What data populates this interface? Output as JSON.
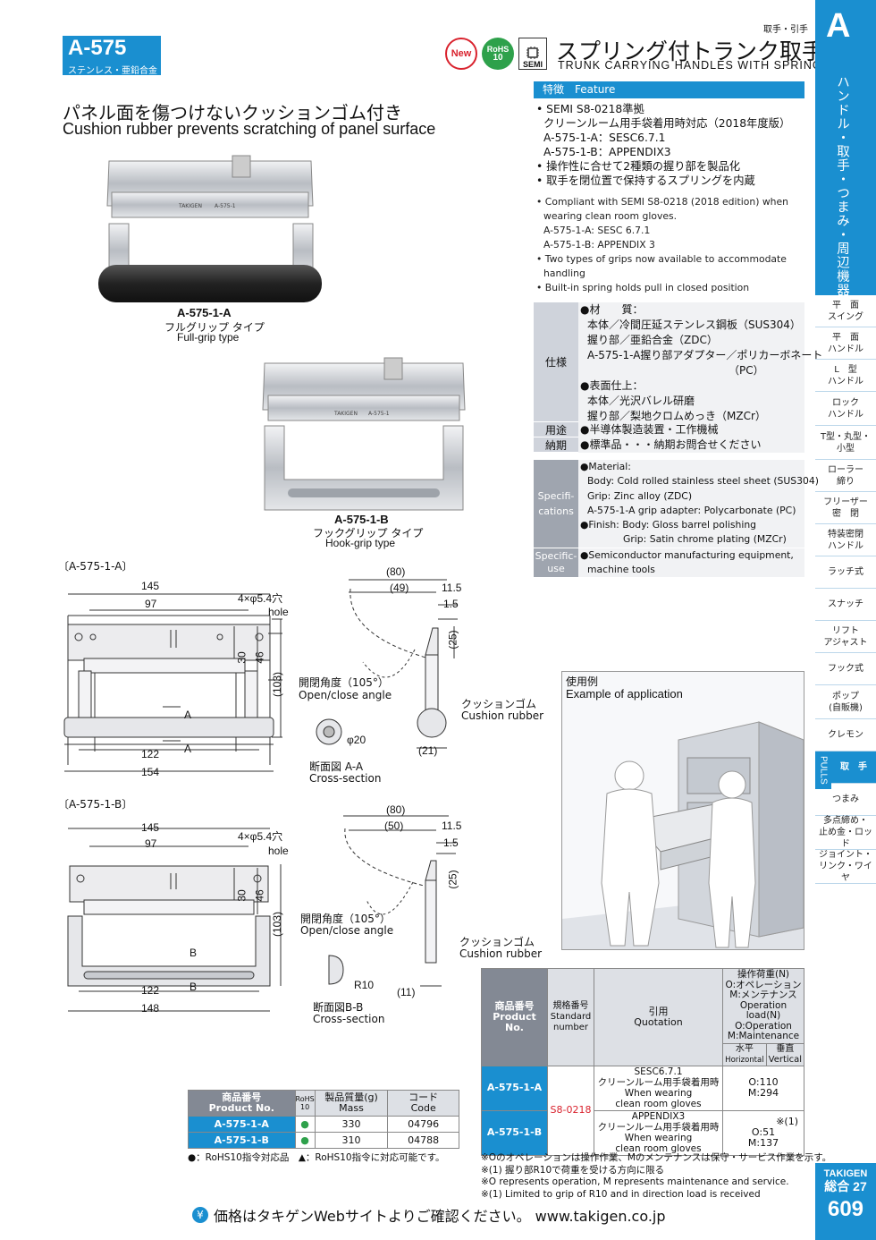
{
  "header": {
    "model": "A-575",
    "material": "ステンレス・亜鉛合金製",
    "category_small": "取手・引手",
    "badge_new": "New",
    "badge_rohs": "RoHS",
    "badge_rohs_sub": "10",
    "badge_semi": "SEMI",
    "title_jp": "スプリング付トランク取手",
    "title_en": "TRUNK CARRYING HANDLES WITH SPRINGS"
  },
  "headline": {
    "jp": "パネル面を傷つけないクッションゴム付き",
    "en": "Cushion rubber prevents scratching of panel surface"
  },
  "products": {
    "a_name": "A-575-1-A",
    "a_type_jp": "フルグリップ タイプ",
    "a_type_en": "Full-grip type",
    "b_name": "A-575-1-B",
    "b_type_jp": "フックグリップ タイプ",
    "b_type_en": "Hook-grip type",
    "plate_text": "TAKIGEN",
    "plate_code": "A-575-1"
  },
  "feature": {
    "head": "特徴　Feature",
    "jp": [
      "• SEMI S8-0218準拠",
      "クリーンルーム用手袋着用時対応（2018年度版）",
      "A-575-1-A：SESC6.7.1",
      "A-575-1-B：APPENDIX3",
      "• 操作性に合せて2種類の握り部を製品化",
      "• 取手を閉位置で保持するスプリングを内蔵"
    ],
    "en": [
      "• Compliant with SEMI S8-0218 (2018 edition) when",
      "wearing clean room gloves.",
      "A-575-1-A: SESC 6.7.1",
      "A-575-1-B: APPENDIX 3",
      "• Two types of grips now available to accommodate",
      "handling",
      "• Built-in spring holds pull in closed position"
    ]
  },
  "spec": {
    "label": "仕様",
    "lines": [
      "●材　　質：",
      "本体／冷間圧延ステンレス鋼板（SUS304）",
      "握り部／亜鉛合金（ZDC）",
      "A-575-1-A握り部アダプター／ポリカーボネート",
      "（PC）",
      "●表面仕上：",
      "本体／光沢バレル研磨",
      "握り部／梨地クロムめっき（MZCr）"
    ],
    "use_label": "用途",
    "use": "●半導体製造装置・工作機械",
    "delivery_label": "納期",
    "delivery": "●標準品・・・納期お問合せください",
    "en_label": "Specifi-cations",
    "en_lines": [
      "●Material:",
      "Body: Cold rolled stainless steel sheet (SUS304)",
      "Grip: Zinc alloy (ZDC)",
      "A-575-1-A grip adapter: Polycarbonate (PC)",
      "●Finish: Body: Gloss barrel polishing",
      "Grip: Satin chrome plating (MZCr)"
    ],
    "en_use_label": "Specific-use",
    "en_use": [
      "●Semiconductor manufacturing equipment,",
      "machine tools"
    ]
  },
  "application": {
    "jp": "使用例",
    "en": "Example of application"
  },
  "drawing_a": {
    "title": "〔A-575-1-A〕",
    "d145": "145",
    "d97": "97",
    "hole": "4×φ5.4穴",
    "hole_en": "hole",
    "d30": "30",
    "d46": "46",
    "d103": "(103)",
    "sec": "A",
    "d122": "122",
    "d154": "154",
    "d80": "(80)",
    "d49": "(49)",
    "d11_5": "11.5",
    "d1_5": "1.5",
    "d25": "(25)",
    "angle_jp": "開閉角度（105°）",
    "angle_en": "Open/close angle",
    "cushion_jp": "クッションゴム",
    "cushion_en": "Cushion rubber",
    "d21": "(21)",
    "phi20": "φ20",
    "section_jp": "断面図 A-A",
    "section_en": "Cross-section"
  },
  "drawing_b": {
    "title": "〔A-575-1-B〕",
    "d145": "145",
    "d97": "97",
    "hole": "4×φ5.4穴",
    "hole_en": "hole",
    "d30": "30",
    "d46": "46",
    "d103": "(103)",
    "sec": "B",
    "d122": "122",
    "d148": "148",
    "d80": "(80)",
    "d50": "(50)",
    "d11_5": "11.5",
    "d1_5": "1.5",
    "d25": "(25)",
    "angle_jp": "開閉角度（105°）",
    "angle_en": "Open/close angle",
    "cushion_jp": "クッションゴム",
    "cushion_en": "Cushion rubber",
    "d11": "(11)",
    "r10": "R10",
    "section_jp": "断面図B-B",
    "section_en": "Cross-section"
  },
  "mass_table": {
    "h_product_jp": "商品番号",
    "h_product_en": "Product No.",
    "h_rohs": "RoHS",
    "h_rohs_sub": "10",
    "h_mass_jp": "製品質量(g)",
    "h_mass_en": "Mass",
    "h_code_jp": "コード",
    "h_code_en": "Code",
    "rows": [
      {
        "product": "A-575-1-A",
        "rohs": "●",
        "mass": "330",
        "code": "04796"
      },
      {
        "product": "A-575-1-B",
        "rohs": "●",
        "mass": "310",
        "code": "04788"
      }
    ],
    "note": "●：RoHS10指令対応品　▲：RoHS10指令に対応可能です。"
  },
  "load_table": {
    "h_product_jp": "商品番号",
    "h_product_en": "Product No.",
    "h_std_jp": "規格番号",
    "h_std_en": "Standard number",
    "h_quote_jp": "引用",
    "h_quote_en": "Quotation",
    "h_load": [
      "操作荷重(N)",
      "O:オペレーション",
      "M:メンテナンス",
      "Operation load(N)",
      "O:Operation",
      "M:Maintenance"
    ],
    "h_horizontal_jp": "水平",
    "h_horizontal_en": "Horizontal",
    "h_vertical_jp": "垂直",
    "h_vertical_en": "Vertical",
    "std": "S8-0218",
    "rows": [
      {
        "product": "A-575-1-A",
        "quote": [
          "SESC6.7.1",
          "クリーンルーム用手袋着用時",
          "When wearing",
          "clean room gloves"
        ],
        "load": [
          "O:110",
          "M:294"
        ]
      },
      {
        "product": "A-575-1-B",
        "quote": [
          "APPENDIX3",
          "クリーンルーム用手袋着用時",
          "When wearing",
          "clean room gloves"
        ],
        "load": [
          "※(1)",
          "O:51",
          "M:137"
        ]
      }
    ],
    "notes": [
      "※Oのオペレーションは操作作業、Mのメンテナンスは保守・サービス作業を示す。",
      "※(1) 握り部R10で荷重を受ける方向に限る",
      "※O represents operation, M represents maintenance and service.",
      "※(1) Limited to grip of R10 and in direction load is received"
    ]
  },
  "sidebar": {
    "letter": "A",
    "category": "ハンドル・取手・つまみ・周辺機器",
    "items": [
      {
        "label": "平　面\nスイング",
        "active": false
      },
      {
        "label": "平　面\nハンドル",
        "active": false
      },
      {
        "label": "L　型\nハンドル",
        "active": false
      },
      {
        "label": "ロック\nハンドル",
        "active": false
      },
      {
        "label": "T型・丸型・\n小型",
        "active": false
      },
      {
        "label": "ローラー\n締り",
        "active": false
      },
      {
        "label": "フリーザー\n密　閉",
        "active": false
      },
      {
        "label": "特装密閉\nハンドル",
        "active": false
      },
      {
        "label": "ラッチ式",
        "active": false
      },
      {
        "label": "スナッチ",
        "active": false
      },
      {
        "label": "リフト\nアジャスト",
        "active": false
      },
      {
        "label": "フック式",
        "active": false
      },
      {
        "label": "ポップ\n(自販機)",
        "active": false
      },
      {
        "label": "クレモン",
        "active": false
      },
      {
        "label": "取　手",
        "active": true
      },
      {
        "label": "つまみ",
        "active": false
      },
      {
        "label": "多点締め・\n止め金・ロッド",
        "active": false
      },
      {
        "label": "ジョイント・\nリンク・ワイヤ",
        "active": false
      }
    ],
    "pulls": "PULLS",
    "brand": "TAKIGEN",
    "catalog": "総合",
    "catalog_no": "27",
    "page": "609"
  },
  "footer": {
    "text": "価格はタキゲンWebサイトよりご確認ください。 www.takigen.co.jp",
    "icon": "yen-icon"
  },
  "colors": {
    "accent": "#1a8fd0",
    "new_badge": "#d9232e",
    "rohs_badge": "#2ea14b"
  }
}
